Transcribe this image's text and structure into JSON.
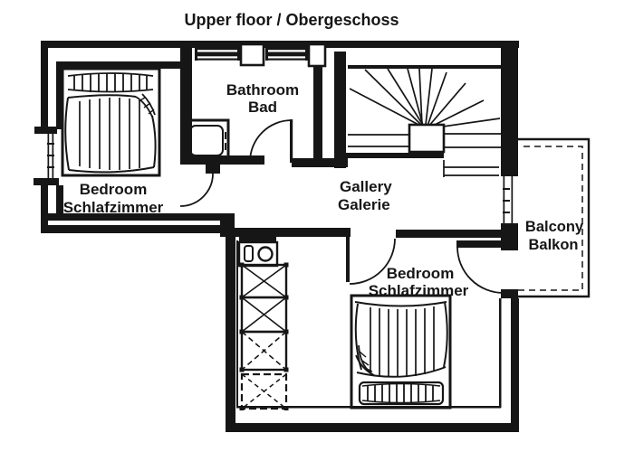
{
  "title": "Upper floor / Obergeschoss",
  "rooms": {
    "bathroom": {
      "en": "Bathroom",
      "de": "Bad"
    },
    "bedroom_upper": {
      "en": "Bedroom",
      "de": "Schlafzimmer"
    },
    "gallery": {
      "en": "Gallery",
      "de": "Galerie"
    },
    "bedroom_lower": {
      "en": "Bedroom",
      "de": "Schlafzimmer"
    },
    "balcony": {
      "en": "Balcony",
      "de": "Balkon"
    }
  },
  "colors": {
    "ink": "#161616",
    "paper": "#ffffff"
  }
}
